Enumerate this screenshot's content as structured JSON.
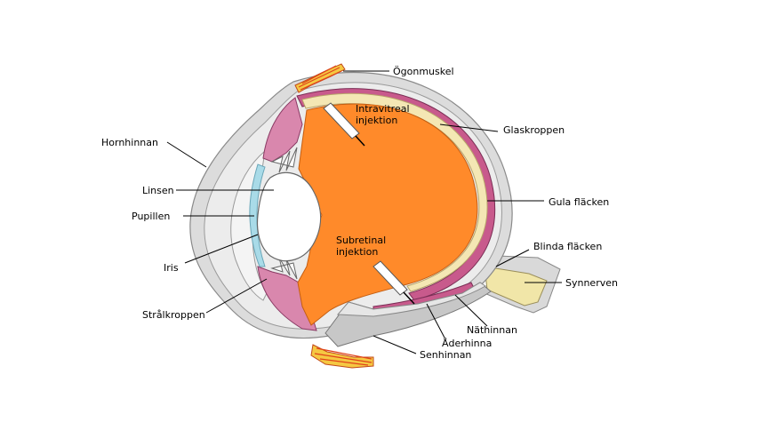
{
  "labels": {
    "ogonmuskel": "Ögonmuskel",
    "intravitreal_line1": "Intravitreal",
    "intravitreal_line2": "injektion",
    "glaskroppen": "Glaskroppen",
    "hornhinnan": "Hornhinnan",
    "linsen": "Linsen",
    "gula_flacken": "Gula fläcken",
    "pupillen": "Pupillen",
    "subretinal_line1": "Subretinal",
    "subretinal_line2": "injektion",
    "blinda_flacken": "Blinda fläcken",
    "iris": "Iris",
    "synnerven": "Synnerven",
    "stralkroppen": "Strålkroppen",
    "nathinnan": "Näthinnan",
    "aderhinna": "Åderhinna",
    "senhinnan": "Senhinnan"
  },
  "colors": {
    "vitreous": "#ff8a2a",
    "sclera": "#dcdcdc",
    "choroid": "#c85a8c",
    "ciliary": "#d987ad",
    "retina": "#f4e7b4",
    "iris": "#a9dbe8",
    "optic_nerve": "#f1e6a8",
    "muscle": "#f5c842"
  }
}
